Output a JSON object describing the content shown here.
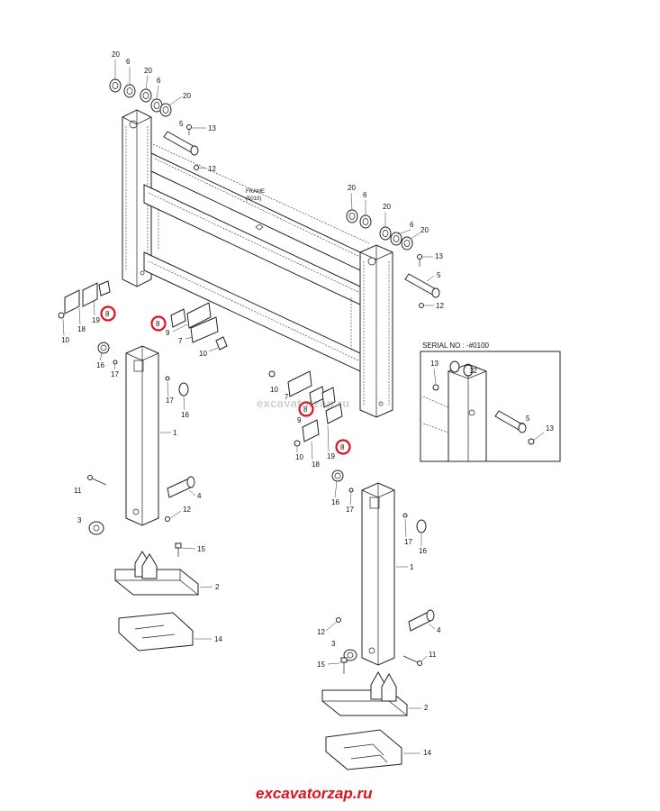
{
  "frame_label": {
    "line1": "FRAME",
    "line2": "(5010)"
  },
  "serial_label": "SERIAL NO : -#0100",
  "watermark": "excavatorzap.ru",
  "brand": "excavatorzap.ru",
  "highlight_color": "#e3101b",
  "highlighted_part": "8",
  "callouts": {
    "c20a": "20",
    "c6a": "6",
    "c20b": "20",
    "c6b": "6",
    "c20c": "20",
    "c5a": "5",
    "c13a": "13",
    "c12a": "12",
    "c20d": "20",
    "c6c": "6",
    "c20e": "20",
    "c6d": "6",
    "c20f": "20",
    "c13b": "13",
    "c5b": "5",
    "c12b": "12",
    "l10": "10",
    "l18": "18",
    "l19": "19",
    "l8": "8",
    "l8b": "8",
    "l9": "9",
    "l7": "7",
    "l10b": "10",
    "l16": "16",
    "l17": "17",
    "l17b": "17",
    "l16b": "16",
    "l1": "1",
    "l11": "11",
    "l4": "4",
    "l3": "3",
    "l12": "12",
    "l15": "15",
    "l2": "2",
    "l14": "14",
    "r10": "10",
    "r7": "7",
    "r8": "8",
    "r9": "9",
    "r10b": "10",
    "r18": "18",
    "r19": "19",
    "r8b": "8",
    "r16": "16",
    "r17": "17",
    "r17b": "17",
    "r16b": "16",
    "r1": "1",
    "r4": "4",
    "r12": "12",
    "r3": "3",
    "r11": "11",
    "r15": "15",
    "r2": "2",
    "r14": "14",
    "s13": "13",
    "s12": "12",
    "s5": "5",
    "s13b": "13"
  }
}
